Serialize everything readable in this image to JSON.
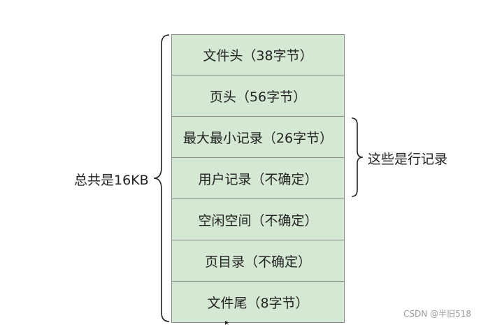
{
  "blocks": [
    "文件头（38字节）",
    "页头（56字节）",
    "最大最小记录（26字节）",
    "用户记录（不确定）",
    "空闲空间（不确定）",
    "页目录（不确定）",
    "文件尾（8字节）"
  ],
  "left_label": "总共是16KB",
  "right_label": "这些是行记录",
  "watermark": "CSDN @半旧518"
}
